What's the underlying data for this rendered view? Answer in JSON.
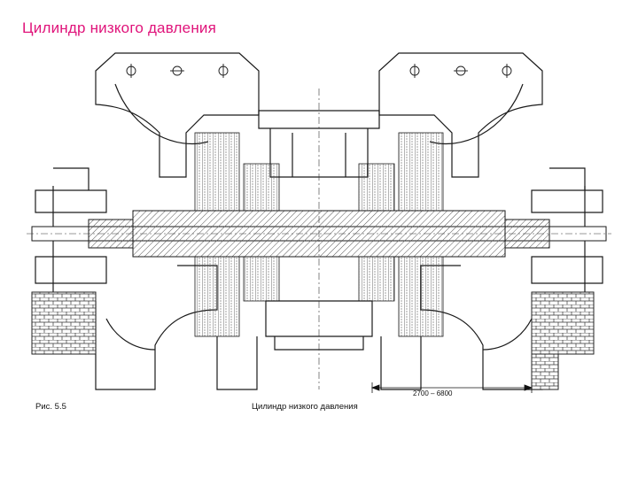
{
  "slide": {
    "title": "Цилиндр низкого давления"
  },
  "drawing": {
    "figure_label": "Рис. 5.5",
    "figure_caption": "Цилиндр низкого давления",
    "dimension_label": "2700 – 6800",
    "colors": {
      "title": "#e0137a",
      "lines": "#1a1a1a",
      "hatch": "#555555"
    }
  }
}
